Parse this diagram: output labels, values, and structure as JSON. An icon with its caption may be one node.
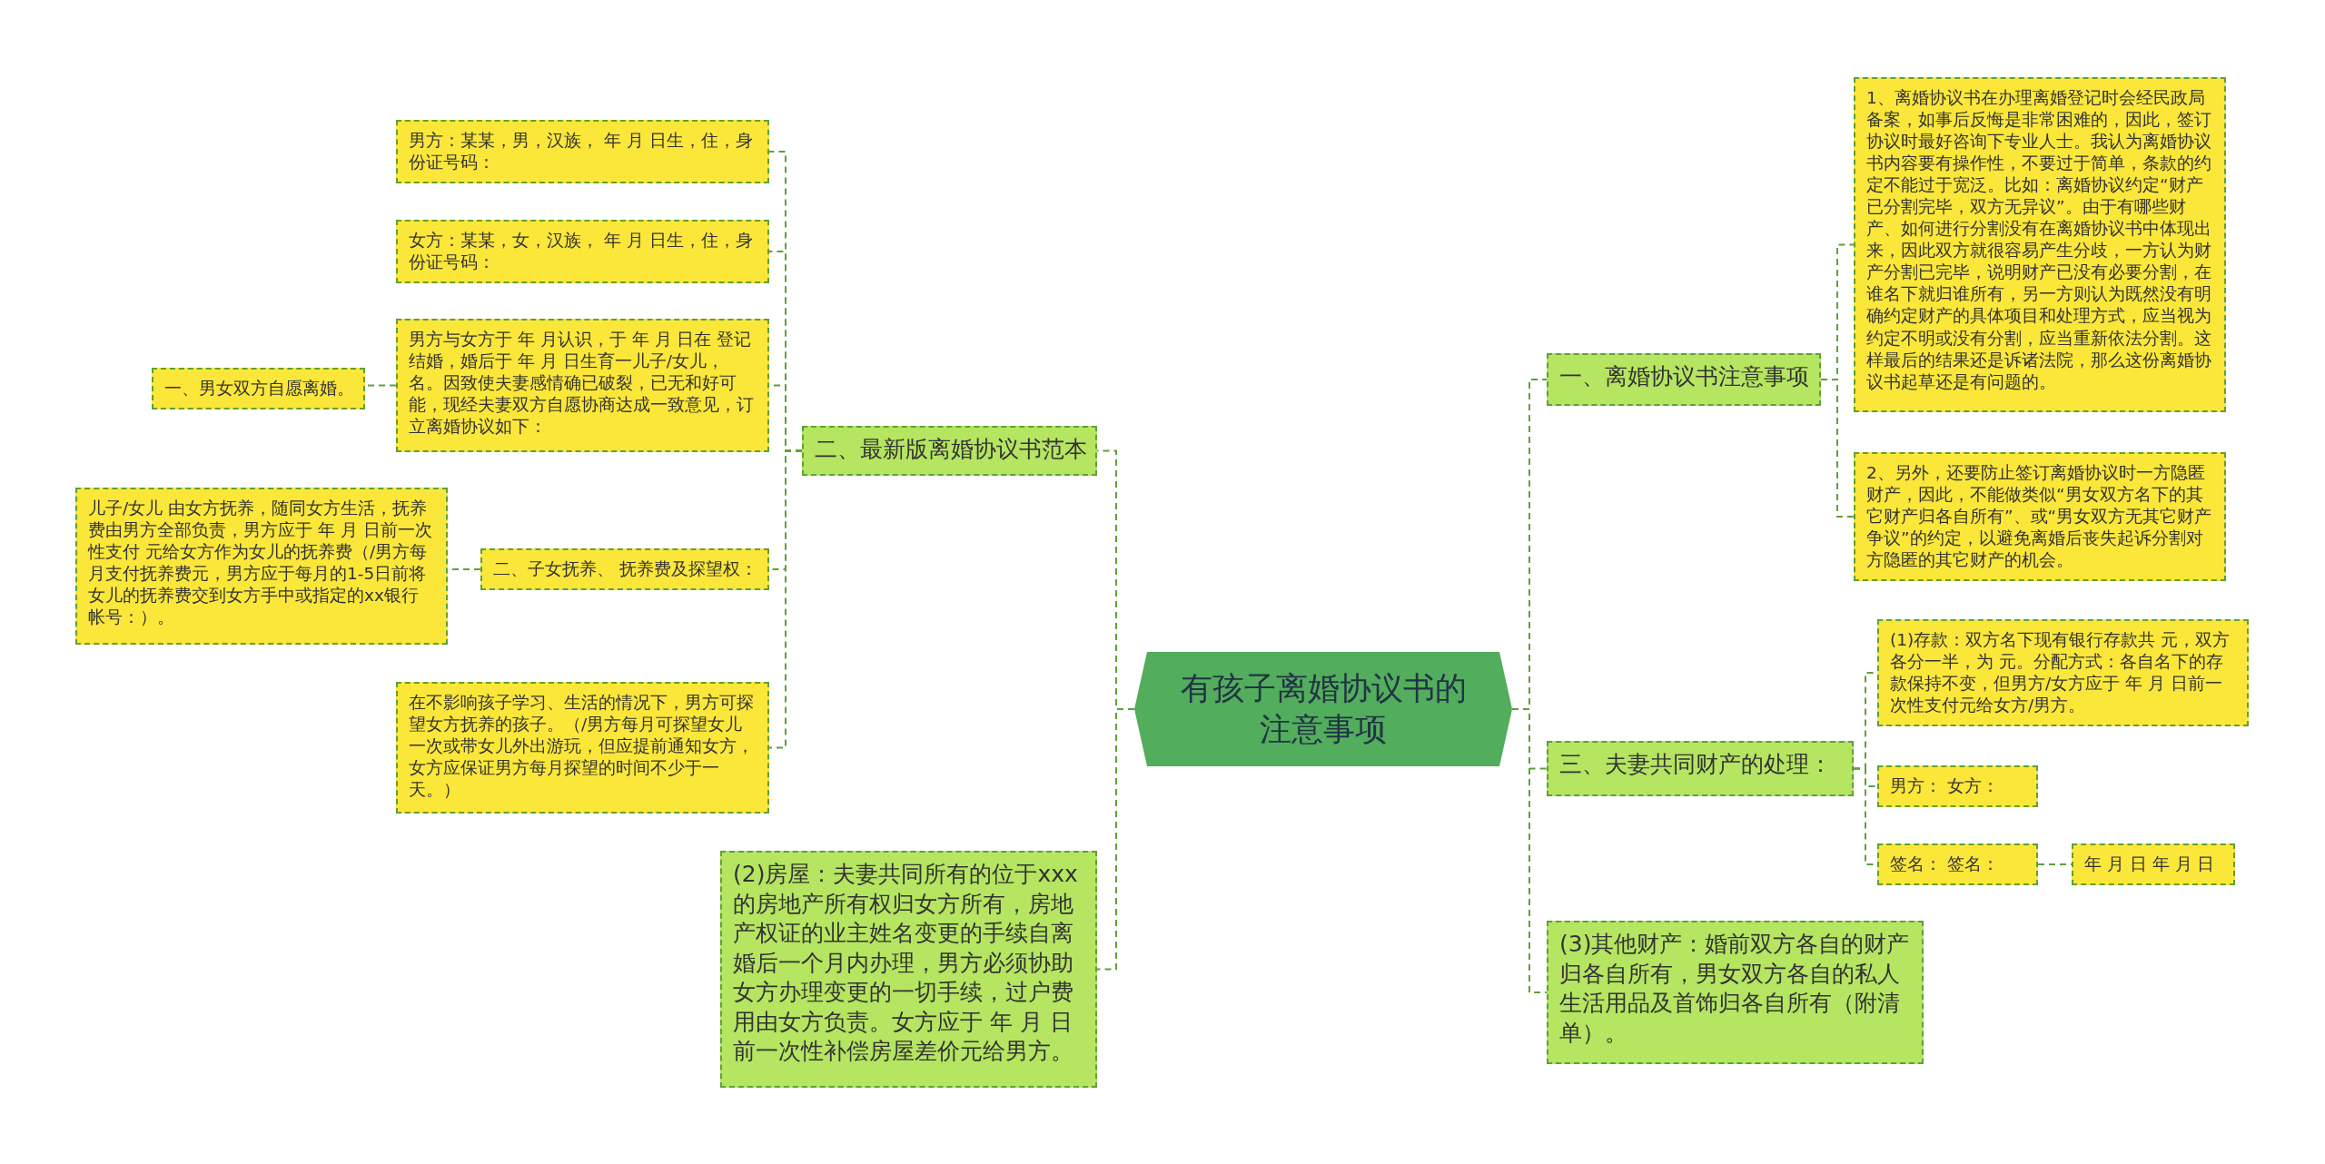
{
  "diagram": {
    "nodes": [
      {
        "text": [
          "有孩子离婚协议书的注意事项"
        ]
      },
      {
        "text": [
          "二、最新版离婚协议书范本"
        ]
      },
      {
        "text": [
          "男方：某某，男，汉族， 年 月 日生，住，身份证号码："
        ]
      },
      {
        "text": [
          "女方：某某，女，汉族， 年 月 日生，住，身份证号码："
        ]
      },
      {
        "text": [
          "男方与女方于 年 月认识，于 年 月 日在 登记结婚，婚后于 年 月 日生育一儿子/女儿，名。因致使夫妻感情确已破裂，已无和好可能，现经夫妻双方自愿协商达成一致意见，订立离婚协议如下："
        ]
      },
      {
        "text": [
          "一、男女双方自愿离婚。"
        ]
      },
      {
        "text": [
          "二、子女抚养、 抚养费及探望权："
        ]
      },
      {
        "text": [
          "儿子/女儿 由女方抚养，随同女方生活，抚养费由男方全部负责，男方应于 年 月 日前一次性支付 元给女方作为女儿的抚养费（/男方每月支付抚养费元，男方应于每月的1-5日前将女儿的抚养费交到女方手中或指定的xx银行帐号：）。"
        ]
      },
      {
        "text": [
          "在不影响孩子学习、生活的情况下，男方可探望女方抚养的孩子。（/男方每月可探望女儿一次或带女儿外出游玩，但应提前通知女方，女方应保证男方每月探望的时间不少于一天。）"
        ]
      },
      {
        "text": [
          "(2)房屋：夫妻共同所有的位于xxx的房地产所有权归女方所有，房地产权证的业主姓名变更的手续自离婚后一个月内办理，男方必须协助女方办理变更的一切手续，过户费用由女方负责。女方应于 年 月 日前一次性补偿房屋差价元给男方。"
        ]
      },
      {
        "text": [
          "一、离婚协议书注意事项"
        ]
      },
      {
        "text": [
          "1、离婚协议书在办理离婚登记时会经民政局备案，如事后反悔是非常困难的，因此，签订协议时最好咨询下专业人士。我认为离婚协议书内容要有操作性，不要过于简单，条款的约定不能过于宽泛。比如：离婚协议约定“财产已分割完毕，双方无异议”。由于有哪些财产、如何进行分割没有在离婚协议书中体现出来，因此双方就很容易产生分歧，一方认为财产分割已完毕，说明财产已没有必要分割，在谁名下就归谁所有，另一方则认为既然没有明确约定财产的具体项目和处理方式，应当视为约定不明或没有分割，应当重新依法分割。这样最后的结果还是诉诸法院，那么这份离婚协议书起草还是有问题的。"
        ]
      },
      {
        "text": [
          "2、另外，还要防止签订离婚协议时一方隐匿财产，因此，不能做类似“男女双方名下的其它财产归各自所有”、或“男女双方无其它财产争议”的约定，以避免离婚后丧失起诉分割对方隐匿的其它财产的机会。"
        ]
      },
      {
        "text": [
          "三、夫妻共同财产的处理："
        ]
      },
      {
        "text": [
          "(1)存款：双方名下现有银行存款共 元，双方各分一半，为 元。分配方式：各自名下的存款保持不变，但男方/女方应于 年 月 日前一次性支付元给女方/男方。"
        ]
      },
      {
        "text": [
          "男方：      女方："
        ]
      },
      {
        "text": [
          "签名：      签名："
        ]
      },
      {
        "text": [
          "年 月 日   年 月 日"
        ]
      },
      {
        "text": [
          "(3)其他财产：婚前双方各自的财产归各自所有，男女双方各自的私人生活用品及首饰归各自所有（附清单）。"
        ]
      }
    ],
    "edges": [
      {
        "from": 0,
        "to": 1,
        "arrow": "none"
      },
      {
        "from": 0,
        "to": 9,
        "arrow": "none"
      },
      {
        "from": 1,
        "to": 2,
        "arrow": "none"
      },
      {
        "from": 1,
        "to": 3,
        "arrow": "none"
      },
      {
        "from": 1,
        "to": 4,
        "arrow": "none"
      },
      {
        "from": 1,
        "to": 6,
        "arrow": "none"
      },
      {
        "from": 1,
        "to": 8,
        "arrow": "none"
      },
      {
        "from": 4,
        "to": 5,
        "arrow": "none"
      },
      {
        "from": 6,
        "to": 7,
        "arrow": "none"
      },
      {
        "from": 0,
        "to": 10,
        "arrow": "none"
      },
      {
        "from": 0,
        "to": 13,
        "arrow": "none"
      },
      {
        "from": 0,
        "to": 18,
        "arrow": "none"
      },
      {
        "from": 10,
        "to": 11,
        "arrow": "none"
      },
      {
        "from": 10,
        "to": 12,
        "arrow": "none"
      },
      {
        "from": 13,
        "to": 14,
        "arrow": "none"
      },
      {
        "from": 13,
        "to": 15,
        "arrow": "none"
      },
      {
        "from": 13,
        "to": 16,
        "arrow": "none"
      },
      {
        "from": 16,
        "to": 17,
        "arrow": "none"
      }
    ]
  }
}
